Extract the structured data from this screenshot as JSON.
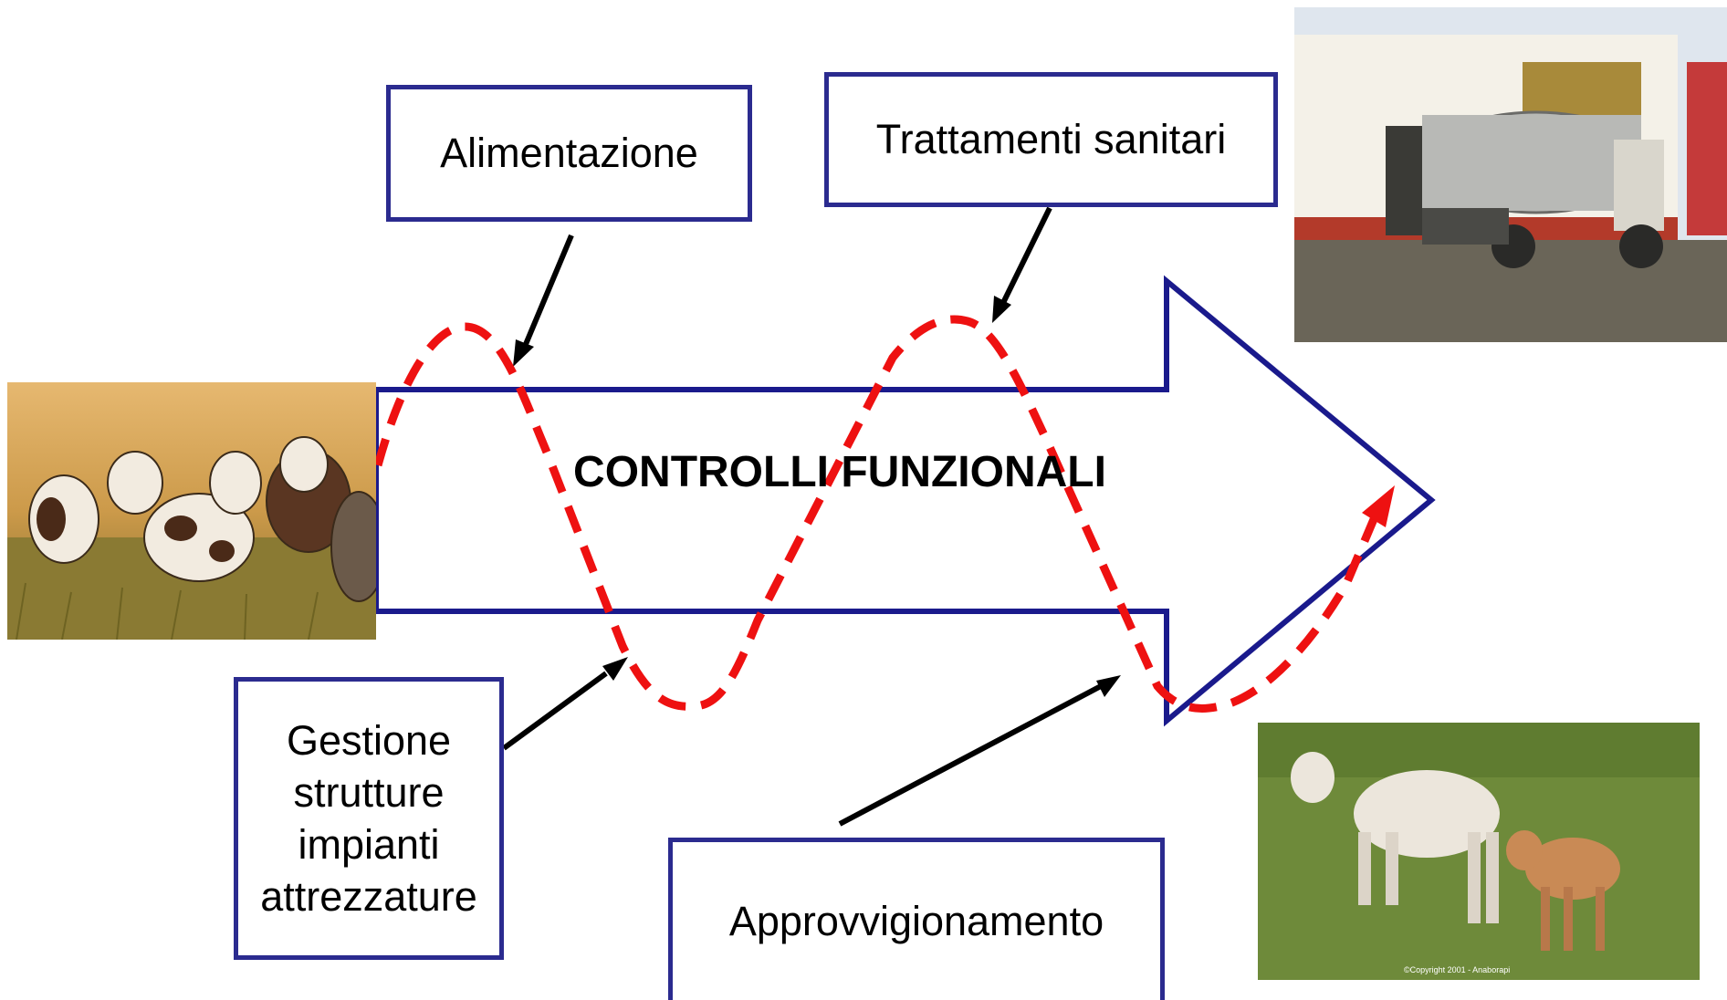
{
  "diagram": {
    "title": "CONTROLLI FUNZIONALI",
    "boxes": {
      "alimentazione": "Alimentazione",
      "trattamenti": "Trattamenti sanitari",
      "gestione": [
        "Gestione",
        "strutture",
        "impianti",
        "attrezzature"
      ],
      "approvvigionamento": "Approvvigionamento"
    },
    "photos": {
      "cows_field": "photo of cows in a meadow",
      "milk_truck": "photo of milk tanker truck",
      "cow_calf": "photo of cow with calf"
    },
    "copyright": "©Copyright 2001 - Anaborapi"
  },
  "colors": {
    "arrow_stroke": "#1a1a8c",
    "box_border": "#2b2b8f",
    "dashed_curve": "#ee1111",
    "pointer": "#000000"
  }
}
